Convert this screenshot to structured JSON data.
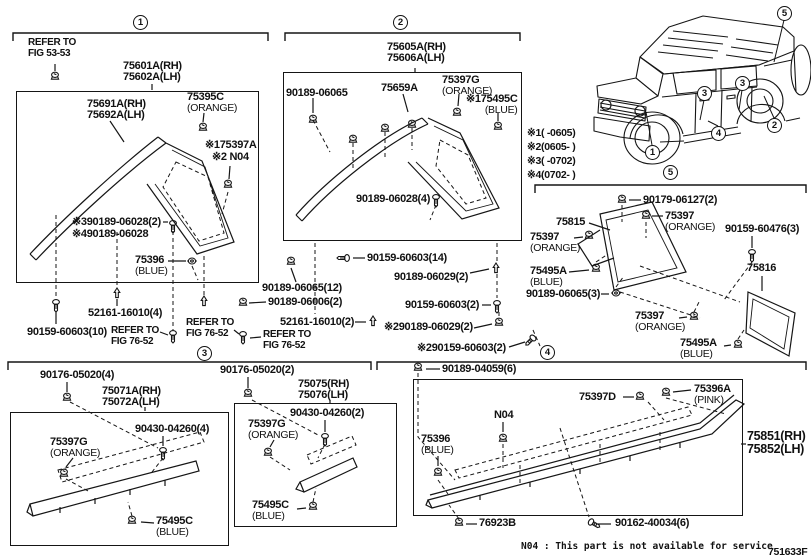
{
  "page": {
    "code": "751633F",
    "service_note": "N04 : This part is not available for service"
  },
  "callouts": {
    "c1": "1",
    "c2": "2",
    "c3": "3",
    "c4": "4",
    "c5": "5"
  },
  "car_notes": [
    "※1(      -0605)",
    "※2(0605-      )",
    "※3(      -0702)",
    "※4(0702-      )"
  ],
  "s1": {
    "refer53": [
      "REFER TO",
      "FIG 53-53"
    ],
    "p75601": [
      "75601A(RH)",
      "75602A(LH)"
    ],
    "p75691": [
      "75691A(RH)",
      "75692A(LH)"
    ],
    "p75395c": [
      "75395C",
      "(ORANGE)"
    ],
    "note1_75397a": [
      "※175397A"
    ],
    "note2_n04": [
      "※2 N04"
    ],
    "note3_90189": [
      "※390189-06028(2)"
    ],
    "note4_90189": [
      "※490189-06028"
    ],
    "p75396": [
      "75396",
      "(BLUE)"
    ],
    "p52161_4": [
      "52161-16010(4)"
    ],
    "p90159_10": [
      "90159-60603(10)"
    ],
    "refer76a": [
      "REFER TO",
      "FIG 76-52"
    ],
    "refer76b": [
      "REFER TO",
      "FIG 76-52"
    ]
  },
  "s2": {
    "p75605": [
      "75605A(RH)",
      "75606A(LH)"
    ],
    "p90189_06065": [
      "90189-06065"
    ],
    "p75659a": [
      "75659A"
    ],
    "p75397g": [
      "75397G",
      "(ORANGE)"
    ],
    "note1_75495c": [
      "※175495C",
      "(BLUE)"
    ],
    "p90189_06028_4": [
      "90189-06028(4)"
    ],
    "p90159_14": [
      "90159-60603(14)"
    ],
    "p90189_06029_2": [
      "90189-06029(2)"
    ],
    "p90159_2": [
      "90159-60603(2)"
    ],
    "note2_06029": [
      "※290189-06029(2)"
    ],
    "note2_60603": [
      "※290159-60603(2)"
    ],
    "p90189_06065_12": [
      "90189-06065(12)"
    ],
    "p90189_06006_2": [
      "90189-06006(2)"
    ],
    "p52161_2": [
      "52161-16010(2)"
    ],
    "refer76c": [
      "REFER TO",
      "FIG 76-52"
    ]
  },
  "s5": {
    "p90179": [
      "90179-06127(2)"
    ],
    "p75815": [
      "75815"
    ],
    "p75397_a": [
      "75397",
      "(ORANGE)"
    ],
    "p75397_b": [
      "75397",
      "(ORANGE)"
    ],
    "p75397_c": [
      "75397",
      "(ORANGE)"
    ],
    "p90159_60476": [
      "90159-60476(3)"
    ],
    "p75495a_a": [
      "75495A",
      "(BLUE)"
    ],
    "p75495a_b": [
      "75495A",
      "(BLUE)"
    ],
    "p90189_06065_3": [
      "90189-06065(3)"
    ],
    "p75816": [
      "75816"
    ]
  },
  "s3": {
    "p90176_4": [
      "90176-05020(4)"
    ],
    "p75071": [
      "75071A(RH)",
      "75072A(LH)"
    ],
    "p90430_4": [
      "90430-04260(4)"
    ],
    "p75397g_a": [
      "75397G",
      "(ORANGE)"
    ],
    "p75495c_a": [
      "75495C",
      "(BLUE)"
    ],
    "p90176_2": [
      "90176-05020(2)"
    ],
    "p75075": [
      "75075(RH)",
      "75076(LH)"
    ],
    "p90430_2": [
      "90430-04260(2)"
    ],
    "p75397g_b": [
      "75397G",
      "(ORANGE)"
    ],
    "p75495c_b": [
      "75495C",
      "(BLUE)"
    ]
  },
  "s4": {
    "p90189_04059": [
      "90189-04059(6)"
    ],
    "p75397d": [
      "75397D"
    ],
    "p75396a": [
      "75396A",
      "(PINK)"
    ],
    "n04": [
      "N04"
    ],
    "p75396": [
      "75396",
      "(BLUE)"
    ],
    "p75851": [
      "75851(RH)",
      "75852(LH)"
    ],
    "p76923b": [
      "76923B"
    ],
    "p90162": [
      "90162-40034(6)"
    ]
  }
}
